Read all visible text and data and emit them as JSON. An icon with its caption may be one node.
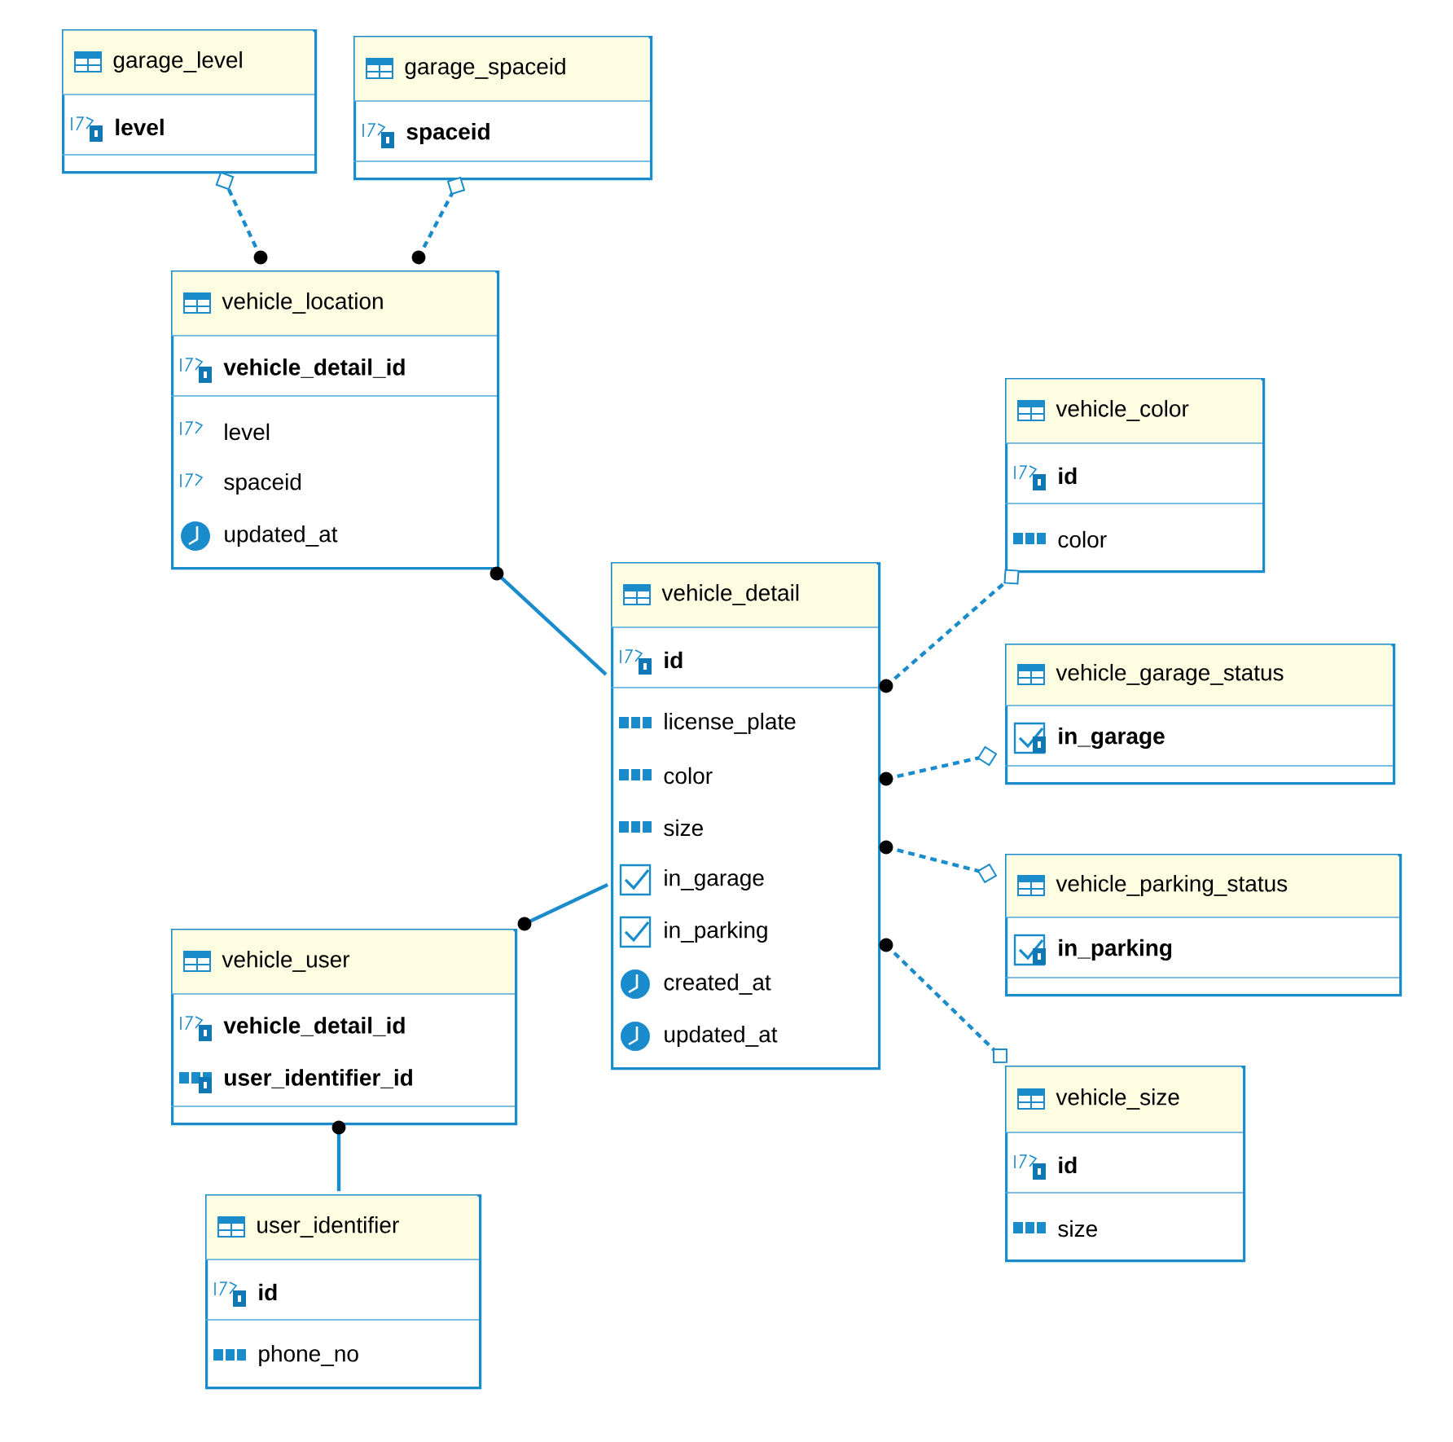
{
  "diagram": {
    "nodes": [
      {
        "text": [
          "garage_level",
          "level"
        ]
      },
      {
        "text": [
          "garage_spaceid",
          "spaceid"
        ]
      },
      {
        "text": [
          "vehicle_location",
          "vehicle_detail_id",
          "level",
          "spaceid",
          "updated_at"
        ]
      },
      {
        "text": [
          "vehicle_color",
          "id",
          "color"
        ]
      },
      {
        "text": [
          "vehicle_detail",
          "id",
          "license_plate",
          "color",
          "size",
          "in_garage",
          "in_parking",
          "created_at",
          "updated_at"
        ]
      },
      {
        "text": [
          "vehicle_garage_status",
          "in_garage"
        ]
      },
      {
        "text": [
          "vehicle_parking_status",
          "in_parking"
        ]
      },
      {
        "text": [
          "vehicle_user",
          "vehicle_detail_id",
          "user_identifier_id"
        ]
      },
      {
        "text": [
          "vehicle_size",
          "id",
          "size"
        ]
      },
      {
        "text": [
          "user_identifier",
          "id",
          "phone_no"
        ]
      }
    ],
    "edges": [
      {
        "from": 2,
        "to": 0,
        "arrow": "other",
        "style": "dashed"
      },
      {
        "from": 2,
        "to": 1,
        "arrow": "other",
        "style": "dashed"
      },
      {
        "from": 2,
        "to": 4,
        "arrow": "other"
      },
      {
        "from": 4,
        "to": 3,
        "arrow": "other",
        "style": "dashed"
      },
      {
        "from": 4,
        "to": 5,
        "arrow": "other",
        "style": "dashed"
      },
      {
        "from": 4,
        "to": 6,
        "arrow": "other",
        "style": "dashed"
      },
      {
        "from": 4,
        "to": 8,
        "arrow": "other",
        "style": "dashed"
      },
      {
        "from": 7,
        "to": 4,
        "arrow": "other"
      },
      {
        "from": 7,
        "to": 9,
        "arrow": "other"
      }
    ]
  }
}
